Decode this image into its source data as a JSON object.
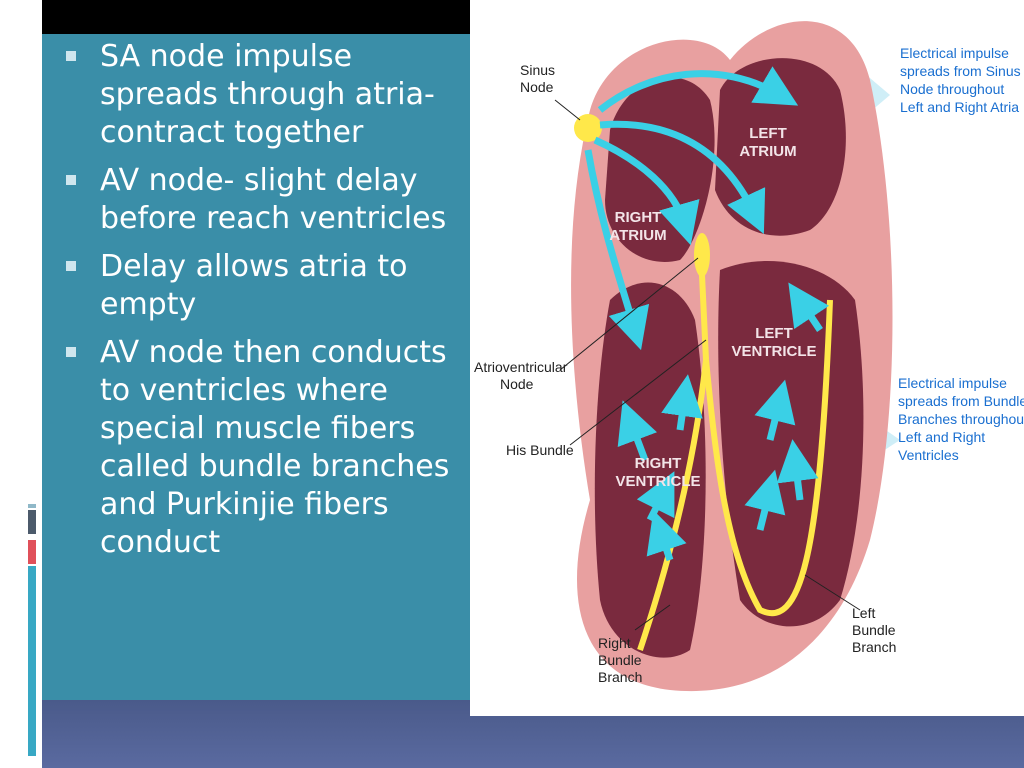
{
  "slide": {
    "bullets": [
      "SA node impulse spreads through atria- contract together",
      "AV node- slight delay before reach ventricles",
      "Delay allows atria to empty",
      "AV node then conducts to ventricles where special muscle fibers called bundle branches and Purkinjie fibers conduct"
    ]
  },
  "figure": {
    "labels": {
      "sinus_node": [
        "Sinus",
        "Node"
      ],
      "left_atrium": [
        "LEFT",
        "ATRIUM"
      ],
      "right_atrium": [
        "RIGHT",
        "ATRIUM"
      ],
      "left_ventricle": [
        "LEFT",
        "VENTRICLE"
      ],
      "right_ventricle": [
        "RIGHT",
        "VENTRICLE"
      ],
      "av_node": [
        "Atrioventricular",
        "Node"
      ],
      "his_bundle": "His Bundle",
      "right_bundle": [
        "Right",
        "Bundle",
        "Branch"
      ],
      "left_bundle": [
        "Left",
        "Bundle",
        "Branch"
      ]
    },
    "callout_top": [
      "Electrical impulse",
      "spreads from Sinus",
      "Node throughout",
      "Left and Right Atria"
    ],
    "callout_bottom": [
      "Electrical impulse",
      "spreads from Bundle",
      "Branches throughout",
      "Left and Right",
      "Ventricles"
    ],
    "colors": {
      "heart_outer": "#e8a0a0",
      "chamber": "#7a2a3e",
      "arrow": "#3ad0e6",
      "conduction": "#ffe84a",
      "callout": "#1a6fd0"
    }
  }
}
